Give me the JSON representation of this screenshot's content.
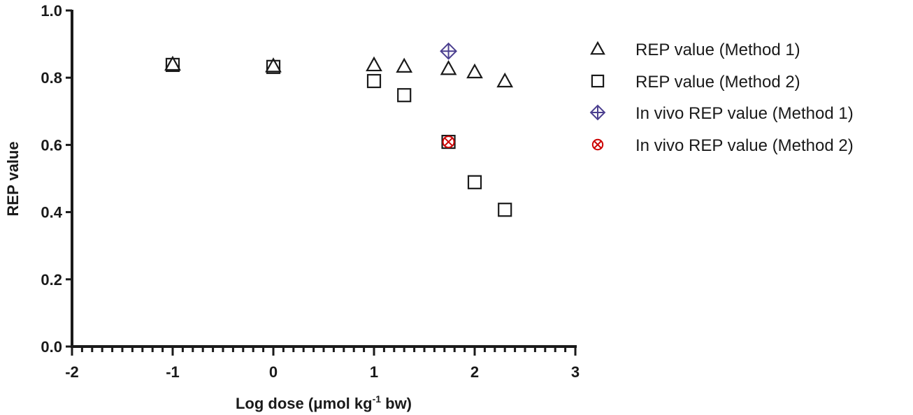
{
  "chart_data": {
    "type": "scatter",
    "title": "",
    "xlabel": "Log dose (μmol kg-1 bw)",
    "xlabel_main": "Log dose (μmol kg",
    "xlabel_sup": "-1",
    "xlabel_tail": " bw)",
    "ylabel": "REP value",
    "xlim": [
      -2,
      3
    ],
    "ylim": [
      0.0,
      1.0
    ],
    "x_ticks": [
      "-2",
      "-1",
      "0",
      "1",
      "2",
      "3"
    ],
    "y_ticks": [
      "0.0",
      "0.2",
      "0.4",
      "0.6",
      "0.8",
      "1.0"
    ],
    "grid": false,
    "legend_position": "right",
    "series": [
      {
        "name": "REP value (Method 1)",
        "marker": "triangle",
        "color": "#1a1a1a",
        "points": [
          [
            -1,
            0.84
          ],
          [
            0,
            0.835
          ],
          [
            1,
            0.838
          ],
          [
            1.3,
            0.834
          ],
          [
            1.74,
            0.827
          ],
          [
            2,
            0.817
          ],
          [
            2.3,
            0.79
          ]
        ]
      },
      {
        "name": "REP value (Method 2)",
        "marker": "square",
        "color": "#1a1a1a",
        "points": [
          [
            -1,
            0.838
          ],
          [
            0,
            0.832
          ],
          [
            1,
            0.79
          ],
          [
            1.3,
            0.748
          ],
          [
            1.74,
            0.609
          ],
          [
            2,
            0.489
          ],
          [
            2.3,
            0.407
          ]
        ]
      },
      {
        "name": "In vivo REP value (Method 1)",
        "marker": "diamond-plus",
        "color": "#4b3f8f",
        "points": [
          [
            1.74,
            0.879
          ]
        ]
      },
      {
        "name": "In vivo REP value (Method 2)",
        "marker": "circle-x",
        "color": "#cc0000",
        "points": [
          [
            1.74,
            0.609
          ]
        ]
      }
    ]
  }
}
